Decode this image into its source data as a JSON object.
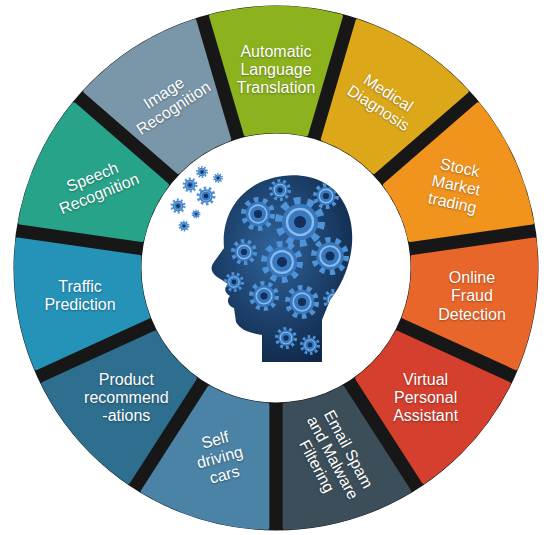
{
  "diagram": {
    "nodes": [
      {
        "text": [
          "Automatic Language Translation"
        ]
      },
      {
        "text": [
          "Medical Diagnosis"
        ]
      },
      {
        "text": [
          "Stock Market trading"
        ]
      },
      {
        "text": [
          "Online Fraud Detection"
        ]
      },
      {
        "text": [
          "Virtual Personal Assistant"
        ]
      },
      {
        "text": [
          "Email Spam and Malware Filtering"
        ]
      },
      {
        "text": [
          "Self driving cars"
        ]
      },
      {
        "text": [
          "Product recommend -ations"
        ]
      },
      {
        "text": [
          "Traffic Prediction"
        ]
      },
      {
        "text": [
          "Speech Recognition"
        ]
      },
      {
        "text": [
          "Image Recognition"
        ]
      }
    ]
  }
}
